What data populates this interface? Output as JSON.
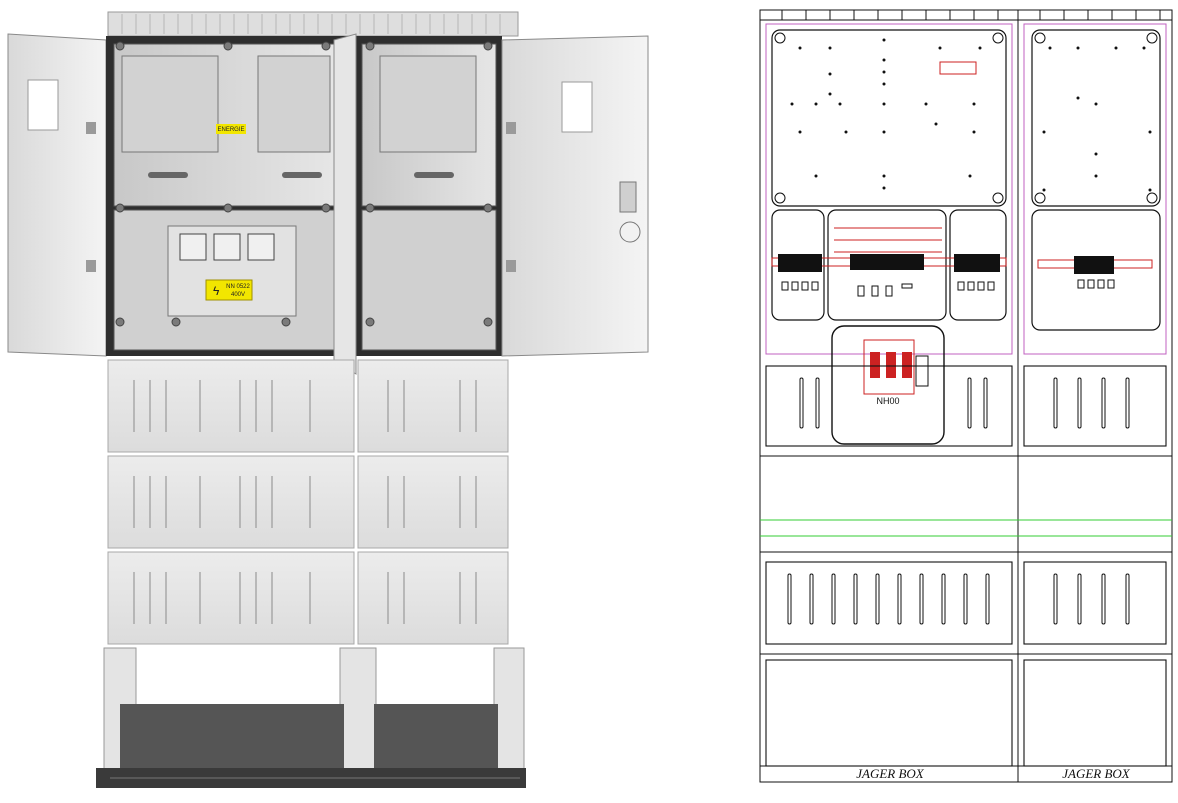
{
  "render": {
    "sticker_top": "ENERGIE",
    "sticker_middle_line1": "NN 0522",
    "sticker_middle_line2": "400V",
    "warning_symbol": "lightning-bolt-icon"
  },
  "drawing": {
    "brand_left": "JAGER BOX",
    "brand_right": "JAGER BOX",
    "fuse_label": "NH00"
  },
  "colors": {
    "cabinet_body": "#e8e8e8",
    "cabinet_shadow": "#bdbdbd",
    "frame_dark": "#3a3a3a",
    "warning_yellow": "#f2e600",
    "line_black": "#111111",
    "line_red": "#cc2222",
    "line_magenta": "#c060c0",
    "line_green": "#33cc33"
  }
}
